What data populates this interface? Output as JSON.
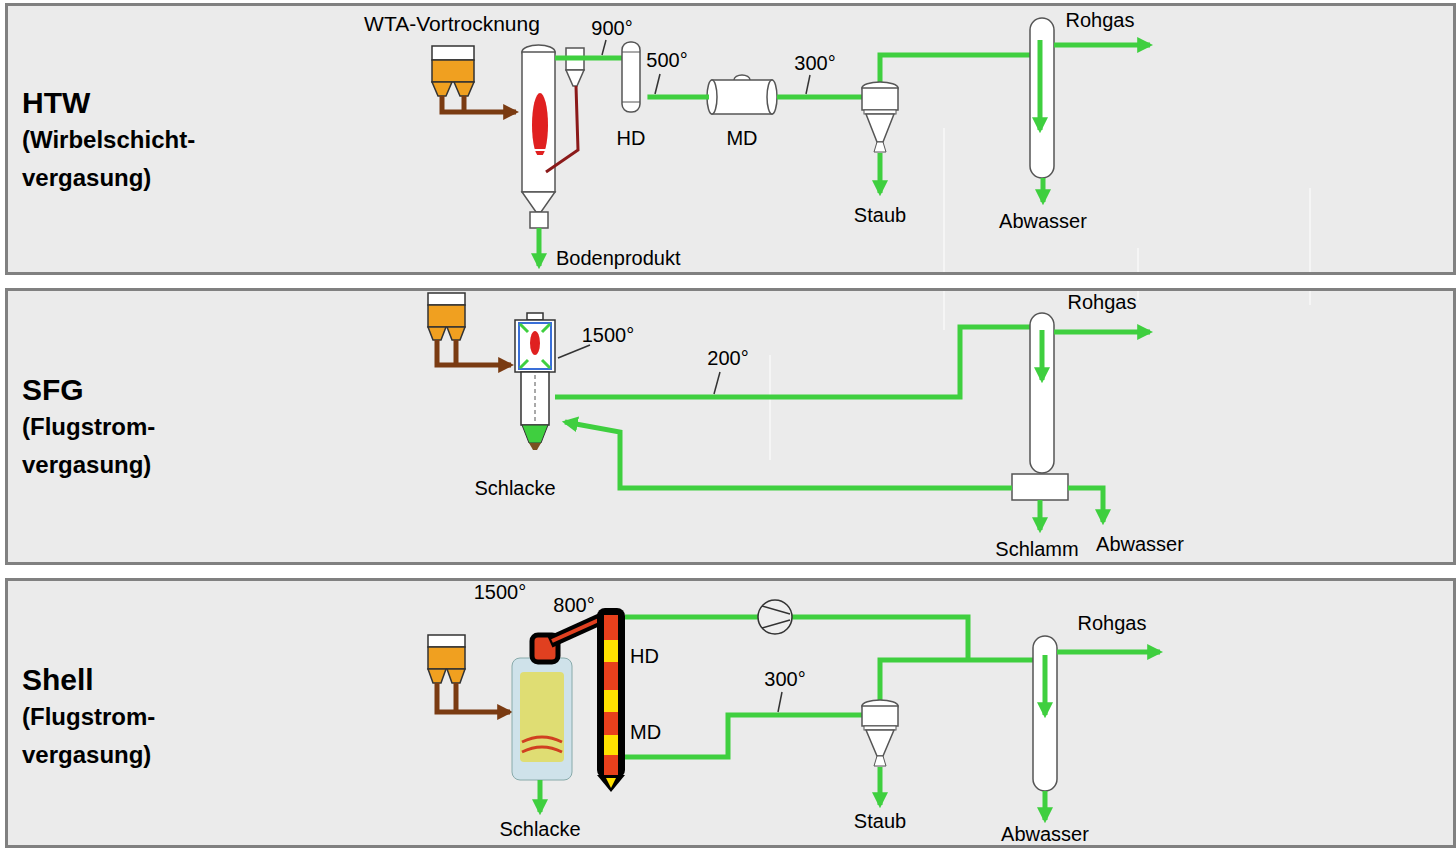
{
  "diagram": {
    "nodes": [
      {
        "text": [
          "HTW",
          "(Wirbelschicht- vergasung)"
        ]
      },
      {
        "text": [
          "WTA-Vortrocknung"
        ],
        "in": 0
      },
      {
        "text": [
          "HD"
        ],
        "in": 0
      },
      {
        "text": [
          "MD"
        ],
        "in": 0
      },
      {
        "text": [
          "SFG",
          "(Flugstrom- vergasung)"
        ]
      },
      {
        "text": [
          "Shell",
          "(Flugstrom- vergasung)"
        ]
      },
      {
        "text": [
          "HD",
          "MD"
        ],
        "in": 5
      }
    ],
    "edges": [
      {
        "from": 2,
        "to": 3,
        "arrow": "none",
        "label": "500°"
      }
    ],
    "labels": [
      "900°",
      "300°",
      "Staub",
      "Rohgas",
      "Abwasser",
      "Bodenprodukt",
      "1500°",
      "200°",
      "Rohgas",
      "Schlacke",
      "Schlamm",
      "Abwasser",
      "1500°",
      "800°",
      "300°",
      "Rohgas",
      "Staub",
      "Schlacke",
      "Abwasser"
    ]
  }
}
